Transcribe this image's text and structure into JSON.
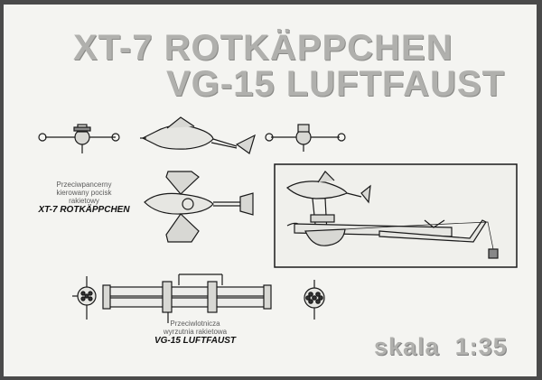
{
  "sheet": {
    "title_line_1": "XT-7 ROTKÄPPCHEN",
    "title_line_2": "VG-15 LUFTFAUST",
    "scale_label": "skala",
    "scale_value": "1:35"
  },
  "captions": {
    "missile": {
      "line_1": "Przeciwpancerny",
      "line_2": "kierowany pocisk",
      "line_3": "rakietowy",
      "name": "XT-7 ROTKÄPPCHEN"
    },
    "launcher": {
      "line_1": "Przeciwlotnicza",
      "line_2": "wyrzutnia rakietowa",
      "name": "VG-15 LUFTFAUST"
    }
  },
  "colors": {
    "background": "#4a4a4a",
    "paper": "#f4f4f1",
    "title": "#b0b0ad",
    "ink": "#1a1a1a"
  }
}
